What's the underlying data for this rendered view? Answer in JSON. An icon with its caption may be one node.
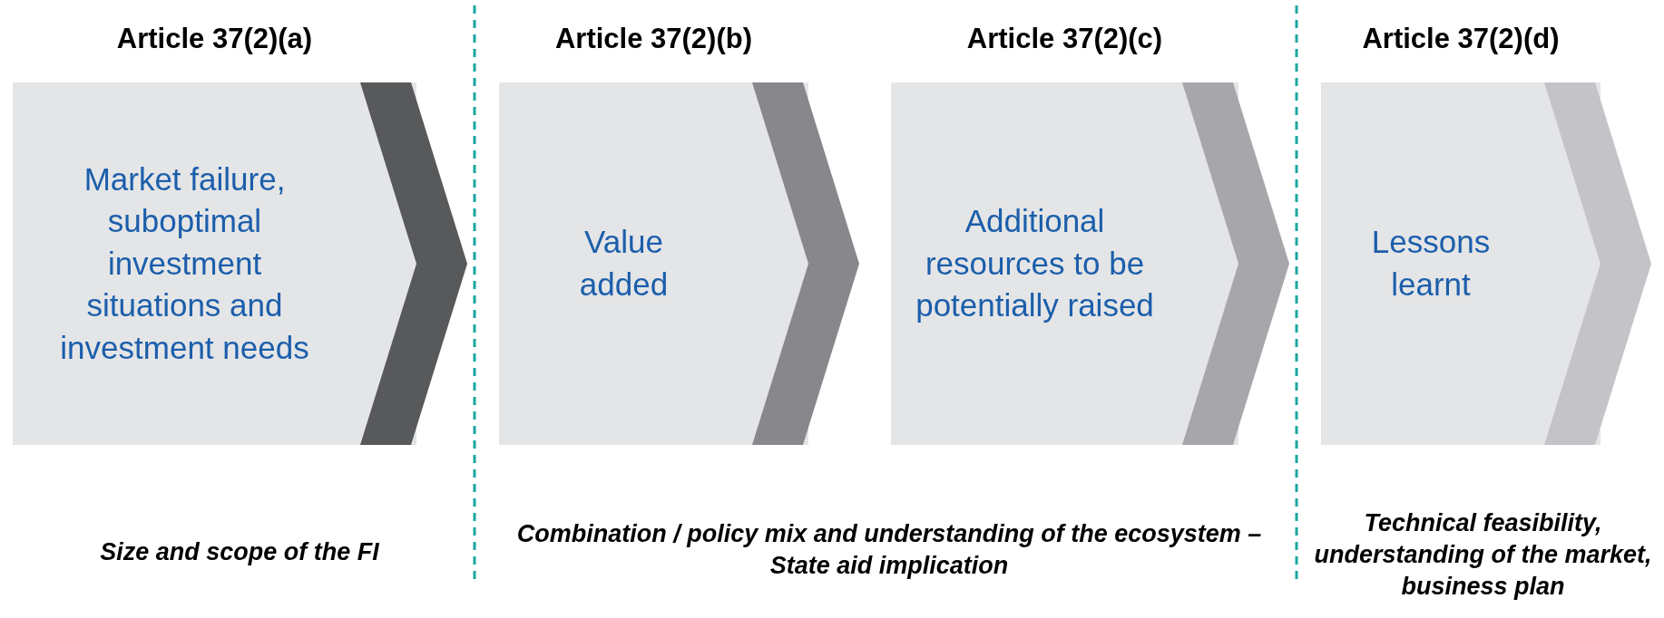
{
  "diagram": {
    "nodes": [
      {
        "text": [
          "Article 37(2)(a)",
          "Market failure, suboptimal investment situations and investment needs"
        ]
      },
      {
        "text": [
          "Article 37(2)(b)",
          "Value added"
        ]
      },
      {
        "text": [
          "Article 37(2)(c)",
          "Additional resources to be potentially raised"
        ]
      },
      {
        "text": [
          "Article 37(2)(d)",
          "Lessons learnt"
        ]
      }
    ],
    "edges": [
      {
        "from": 0,
        "to": 1,
        "arrow": "to",
        "color": "#58595b"
      },
      {
        "from": 1,
        "to": 2,
        "arrow": "to",
        "color": "#88878b"
      },
      {
        "from": 2,
        "to": 3,
        "arrow": "to",
        "color": "#a7a7ab"
      },
      {
        "from": 3,
        "to": null,
        "arrow": "to",
        "color": "#c4c4c8"
      }
    ],
    "labels": [
      "Size and scope of the FI",
      "Combination / policy mix and understanding of the ecosystem – State aid implication",
      "Technical feasibility, understanding of the market, business plan"
    ]
  }
}
